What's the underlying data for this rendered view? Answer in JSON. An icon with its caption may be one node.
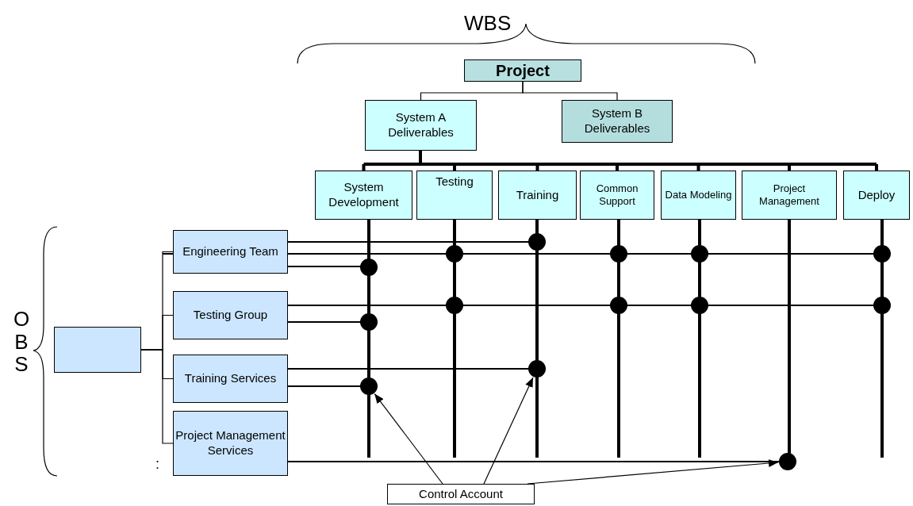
{
  "diagram": {
    "nodes": [
      {
        "text": [
          "Project"
        ]
      },
      {
        "text": [
          "System A Deliverables"
        ]
      },
      {
        "text": [
          "System B Deliverables"
        ]
      },
      {
        "text": [
          "System Development"
        ]
      },
      {
        "text": [
          "Testing"
        ]
      },
      {
        "text": [
          "Training"
        ]
      },
      {
        "text": [
          "Common Support"
        ]
      },
      {
        "text": [
          "Data Modeling"
        ]
      },
      {
        "text": [
          "Project Management"
        ]
      },
      {
        "text": [
          "Deploy"
        ]
      },
      {
        "text": [
          "Engineering Team"
        ]
      },
      {
        "text": [
          "Testing Group"
        ]
      },
      {
        "text": [
          "Training Services"
        ]
      },
      {
        "text": [
          "Project Management Services"
        ]
      },
      {
        "text": [],
        "shape": "box"
      },
      {
        "text": [],
        "shape": "circle"
      },
      {
        "text": [],
        "shape": "circle"
      },
      {
        "text": [],
        "shape": "circle"
      },
      {
        "text": [
          "Control Account"
        ]
      }
    ],
    "edges": [
      {
        "from": 0,
        "to": 1,
        "arrow": "none"
      },
      {
        "from": 0,
        "to": 2,
        "arrow": "none"
      },
      {
        "from": 1,
        "to": 3,
        "arrow": "none",
        "style": "thick"
      },
      {
        "from": 1,
        "to": 4,
        "arrow": "none",
        "style": "thick"
      },
      {
        "from": 1,
        "to": 5,
        "arrow": "none",
        "style": "thick"
      },
      {
        "from": 1,
        "to": 6,
        "arrow": "none",
        "style": "thick"
      },
      {
        "from": 1,
        "to": 7,
        "arrow": "none",
        "style": "thick"
      },
      {
        "from": 1,
        "to": 8,
        "arrow": "none",
        "style": "thick"
      },
      {
        "from": 1,
        "to": 9,
        "arrow": "none",
        "style": "thick"
      },
      {
        "from": 14,
        "to": 10,
        "arrow": "none"
      },
      {
        "from": 14,
        "to": 11,
        "arrow": "none"
      },
      {
        "from": 14,
        "to": 12,
        "arrow": "none"
      },
      {
        "from": 14,
        "to": 13,
        "arrow": "none"
      },
      {
        "from": 18,
        "to": 16,
        "arrow": "to"
      },
      {
        "from": 18,
        "to": 15,
        "arrow": "to"
      },
      {
        "from": 18,
        "to": 17,
        "arrow": "to"
      }
    ],
    "labels": [
      "WBS",
      "OBS",
      ":"
    ]
  }
}
